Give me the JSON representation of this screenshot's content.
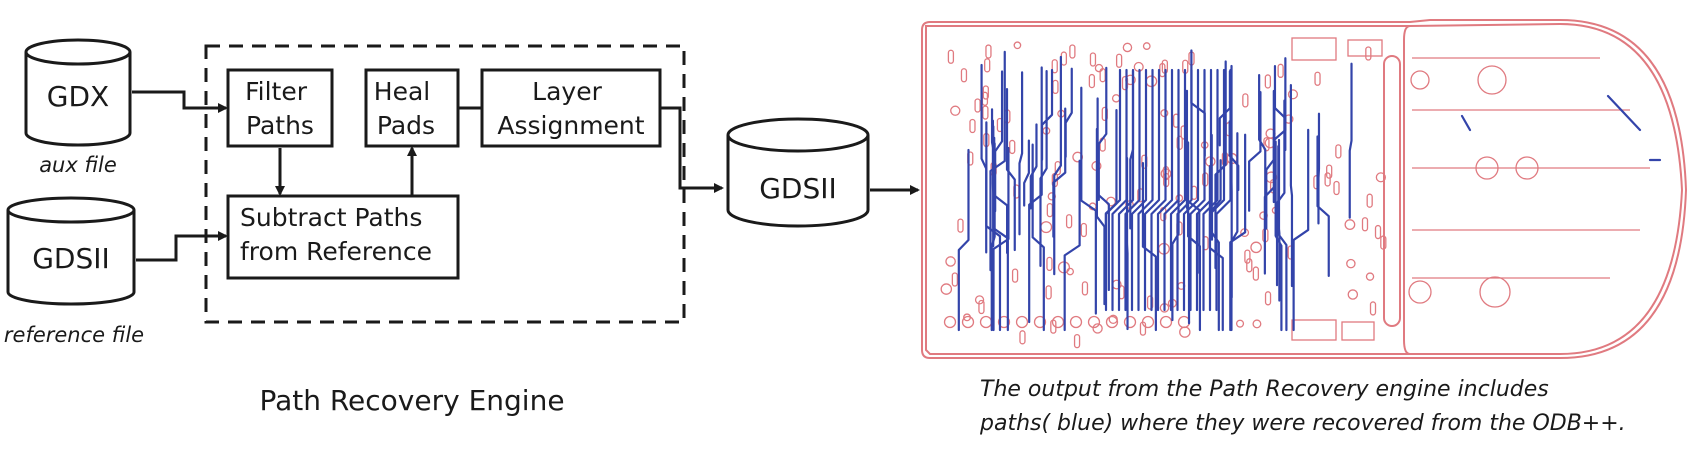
{
  "databases": {
    "gdx": {
      "label": "GDX",
      "caption": "aux file"
    },
    "reference": {
      "label": "GDSII",
      "caption": "reference file"
    },
    "output": {
      "label": "GDSII"
    }
  },
  "processes": {
    "filter": [
      "Filter",
      "Paths"
    ],
    "heal": [
      "Heal",
      "Pads"
    ],
    "layer": [
      "Layer",
      "Assignment"
    ],
    "subtract": [
      "Subtract Paths",
      "from Reference"
    ]
  },
  "engine_label": "Path Recovery Engine",
  "caption": [
    "The output from the Path Recovery engine includes",
    "paths( blue) where they were recovered from the ODB++."
  ],
  "colors": {
    "trace_blue": "#3344aa",
    "outline_red": "#e07a80",
    "ink": "#1a1a1a"
  }
}
